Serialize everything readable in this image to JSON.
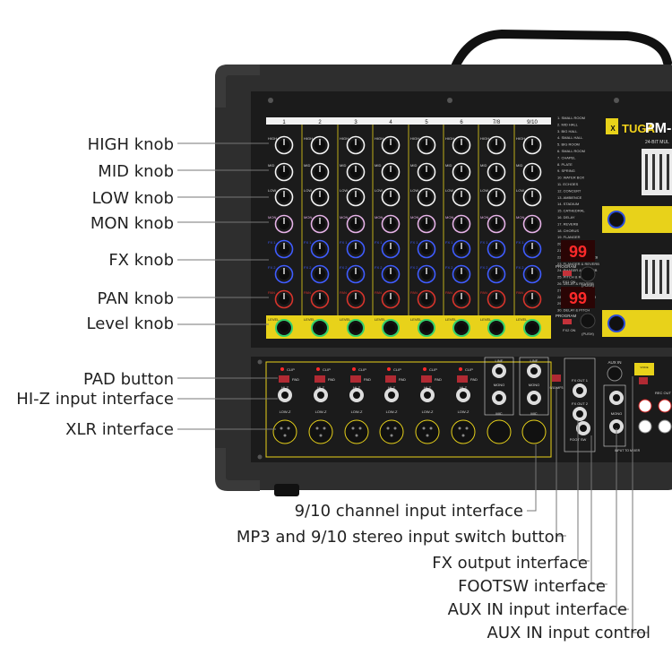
{
  "product": {
    "brand": "TUGA",
    "model": "PM-",
    "subtitle": "24-BIT MUL",
    "channels": [
      "1",
      "2",
      "3",
      "4",
      "5",
      "6",
      "7/8",
      "9/10"
    ],
    "row_labels": [
      "HIGH",
      "MID",
      "LOW",
      "MON",
      "FX 1",
      "FX 2",
      "PAN",
      "LEVEL"
    ],
    "display_a": "99",
    "display_b": "99",
    "program_label": "PROGRAM",
    "push_label": "(PUSH)",
    "fx1_on": "FX1 ON",
    "fx2_on": "FX2 ON",
    "pad_label": "PAD",
    "clip_label": "CLIP",
    "hiz_label": "HI-Z",
    "lowz_label": "LOW-Z",
    "line_label": "LINE",
    "mono_label": "MONO",
    "mic_label": "MIC",
    "fx_out1": "FX OUT 1",
    "fx_out2": "FX OUT 2",
    "footsw": "FOOT SW",
    "aux_in": "AUX IN",
    "mono2": "MONO",
    "voice_canceller": "VOICE CANCELLER",
    "rec_out": "REC OUT",
    "input_to_mixer": "INPUT TO MIXER",
    "mp3_button": "9/10 MP3",
    "effects": [
      "SMALL ROOM",
      "MID HALL",
      "BIG HALL",
      "SMALL HALL",
      "BIG ROOM",
      "SMALL ROOM",
      "CHAPEL",
      "PLATE",
      "SPRING",
      "WATER BOX",
      "ECHOES",
      "CONCERT",
      "AMBIENCE",
      "STADIUM",
      "CATHEDRAL",
      "DELAY",
      "REVERB",
      "CHORUS",
      "FLANGER",
      "PHASER",
      "PITCH SHIFT",
      "CHORUS & REVERB",
      "FLANGER & REVERB",
      "PHASER & REVERB",
      "PITCH & REVERB",
      "DELAY & REVERB",
      "DELAY & CHORUS",
      "DELAY & FLANGER",
      "DELAY & PHASER",
      "DELAY & PITCH"
    ]
  },
  "callouts_left": [
    {
      "id": "high",
      "label": "HIGH knob"
    },
    {
      "id": "mid",
      "label": "MID knob"
    },
    {
      "id": "low",
      "label": "LOW knob"
    },
    {
      "id": "mon",
      "label": "MON knob"
    },
    {
      "id": "fx",
      "label": "FX knob"
    },
    {
      "id": "pan",
      "label": "PAN knob"
    },
    {
      "id": "level",
      "label": "Level knob"
    },
    {
      "id": "pad",
      "label": "PAD button"
    },
    {
      "id": "hiz",
      "label": "HI-Z input interface"
    },
    {
      "id": "xlr",
      "label": "XLR interface"
    }
  ],
  "callouts_bottom": [
    {
      "id": "ch910",
      "label": "9/10 channel input interface"
    },
    {
      "id": "mp3sw",
      "label": "MP3 and 9/10 stereo input switch button"
    },
    {
      "id": "fxout",
      "label": "FX output interface"
    },
    {
      "id": "footsw",
      "label": "FOOTSW interface"
    },
    {
      "id": "auxin",
      "label": "AUX IN input interface"
    },
    {
      "id": "auxctl",
      "label": "AUX IN input control"
    }
  ],
  "colors": {
    "panel": "#1b1b1b",
    "case": "#2e2e2e",
    "yellow": "#e8d21a",
    "mon": "#e7b3e8",
    "fx": "#3f5cff",
    "pan": "#d8342c",
    "level": "#34d06a",
    "led": "#ff2a2a"
  }
}
